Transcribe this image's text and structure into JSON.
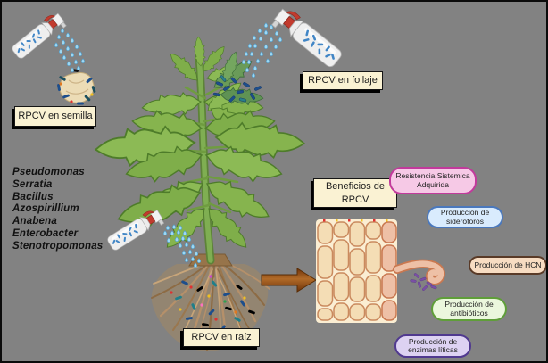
{
  "diagram_title_implicit": "RPCV (rizobacterias promotoras del crecimiento vegetal) aplicadas a la planta",
  "labels": {
    "seed": "RPCV en semilla",
    "foliage": "RPCV en follaje",
    "root": "RPCV en raíz",
    "benefits": "Beneficios de RPCV"
  },
  "bacteria_list": [
    "Pseudomonas",
    "Serratia",
    "Bacillus",
    "Azospirillium",
    "Anabena",
    "Enterobacter",
    "Stenotropomonas"
  ],
  "benefits": [
    {
      "text": "Resistencia Sistemica Adquirida",
      "fill": "#f6c9e6",
      "border": "#c23a9c"
    },
    {
      "text": "Producción de sideroforos",
      "fill": "#d9ebfd",
      "border": "#4a78bd"
    },
    {
      "text": "Producción de HCN",
      "fill": "#f7dcc2",
      "border": "#593a27"
    },
    {
      "text": "Producción de antibióticos",
      "fill": "#ebf7dd",
      "border": "#5f9e39"
    },
    {
      "text": "Producción de enzimas líticas",
      "fill": "#ddd2f2",
      "border": "#50398f"
    }
  ],
  "colors": {
    "background": "#828282",
    "plaque_fill": "#faf2d3",
    "arrow_brown": "#8a4714",
    "droplet_blue": "#9fd8f2",
    "plant_green": "#85b24e",
    "root_brown": "#b5906a",
    "tissue_cell": "#f4ddb5",
    "tissue_cell_dark": "#eec0a6",
    "bacteria_rod_blue": "#1d4e8c",
    "bacteria_rod_purple": "#7a4fa5"
  },
  "icons": {
    "spray_bottle": "spray-bottle-icon",
    "seed": "seed-icon",
    "plant": "tomato-plant-icon",
    "roots": "root-mass-icon",
    "arrow": "benefits-arrow-icon",
    "tissue": "root-tissue-cells-icon",
    "root_hair": "root-hair-curl-icon"
  }
}
